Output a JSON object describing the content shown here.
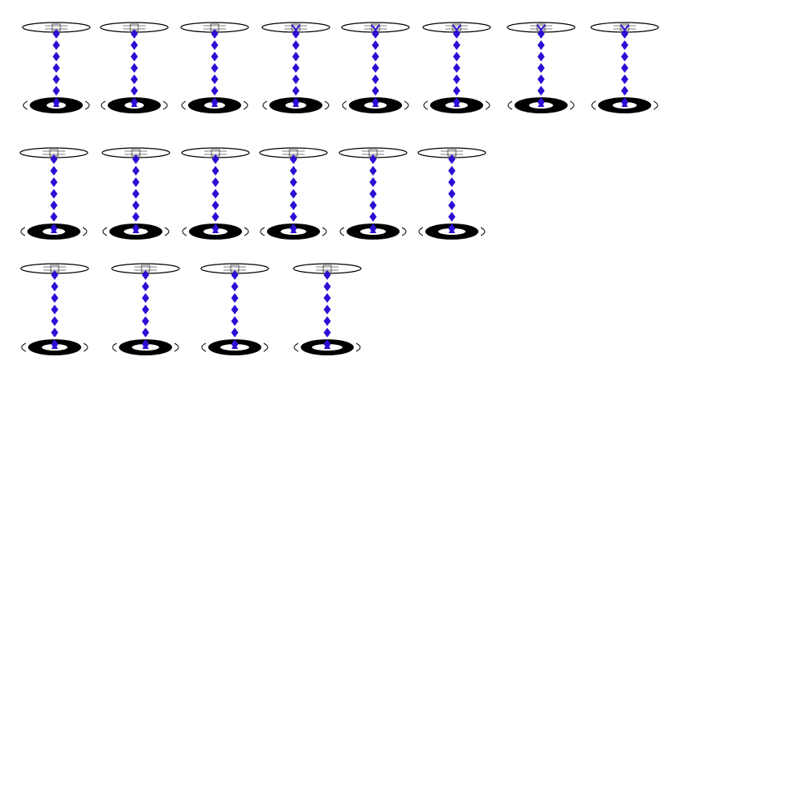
{
  "colors": {
    "background": "#ffffff",
    "outline": "#000000",
    "beam": "#2a0fd4",
    "platform_fill": "#ffffff",
    "ring_fill": "#000000"
  },
  "icons": {
    "frame": "teleporter-beam-icon",
    "top_disc": "emitter-disc-icon",
    "beam": "beam-dashes-icon",
    "base_pad": "receiver-pad-icon"
  },
  "rows": [
    {
      "row": 1,
      "frame_count": 8
    },
    {
      "row": 2,
      "frame_count": 6
    },
    {
      "row": 3,
      "frame_count": 4
    }
  ]
}
